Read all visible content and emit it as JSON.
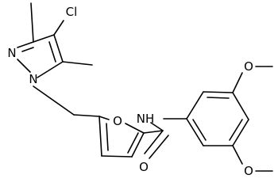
{
  "structure": {
    "atoms": {
      "cl": "Cl",
      "pyrazole_n": "N",
      "pyrazole_n1": "N",
      "furan_o": "O",
      "amide_nh": "NH",
      "carbonyl_o": "O",
      "methoxy_o_top": "O",
      "methoxy_o_bottom": "O"
    }
  }
}
